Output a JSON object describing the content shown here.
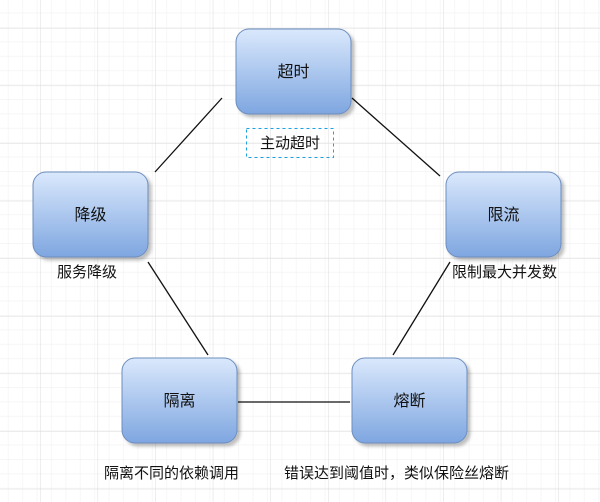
{
  "colors": {
    "fill_top": "#dae8fc",
    "fill_bottom": "#7ea6e0",
    "stroke": "#6c8ebf",
    "edge": "#111111",
    "label_border": "#1ba1e2"
  },
  "nodes": {
    "timeout": {
      "label": "超时",
      "note": "主动超时"
    },
    "degrade": {
      "label": "降级",
      "note": "服务降级"
    },
    "ratelimit": {
      "label": "限流",
      "note": "限制最大并发数"
    },
    "isolate": {
      "label": "隔离",
      "note": "隔离不同的依赖调用"
    },
    "circuit": {
      "label": "熔断",
      "note": "错误达到阈值时，类似保险丝熔断"
    }
  },
  "edges": [
    {
      "from": "timeout",
      "to": "degrade"
    },
    {
      "from": "timeout",
      "to": "ratelimit"
    },
    {
      "from": "degrade",
      "to": "isolate"
    },
    {
      "from": "ratelimit",
      "to": "circuit"
    },
    {
      "from": "isolate",
      "to": "circuit"
    }
  ]
}
